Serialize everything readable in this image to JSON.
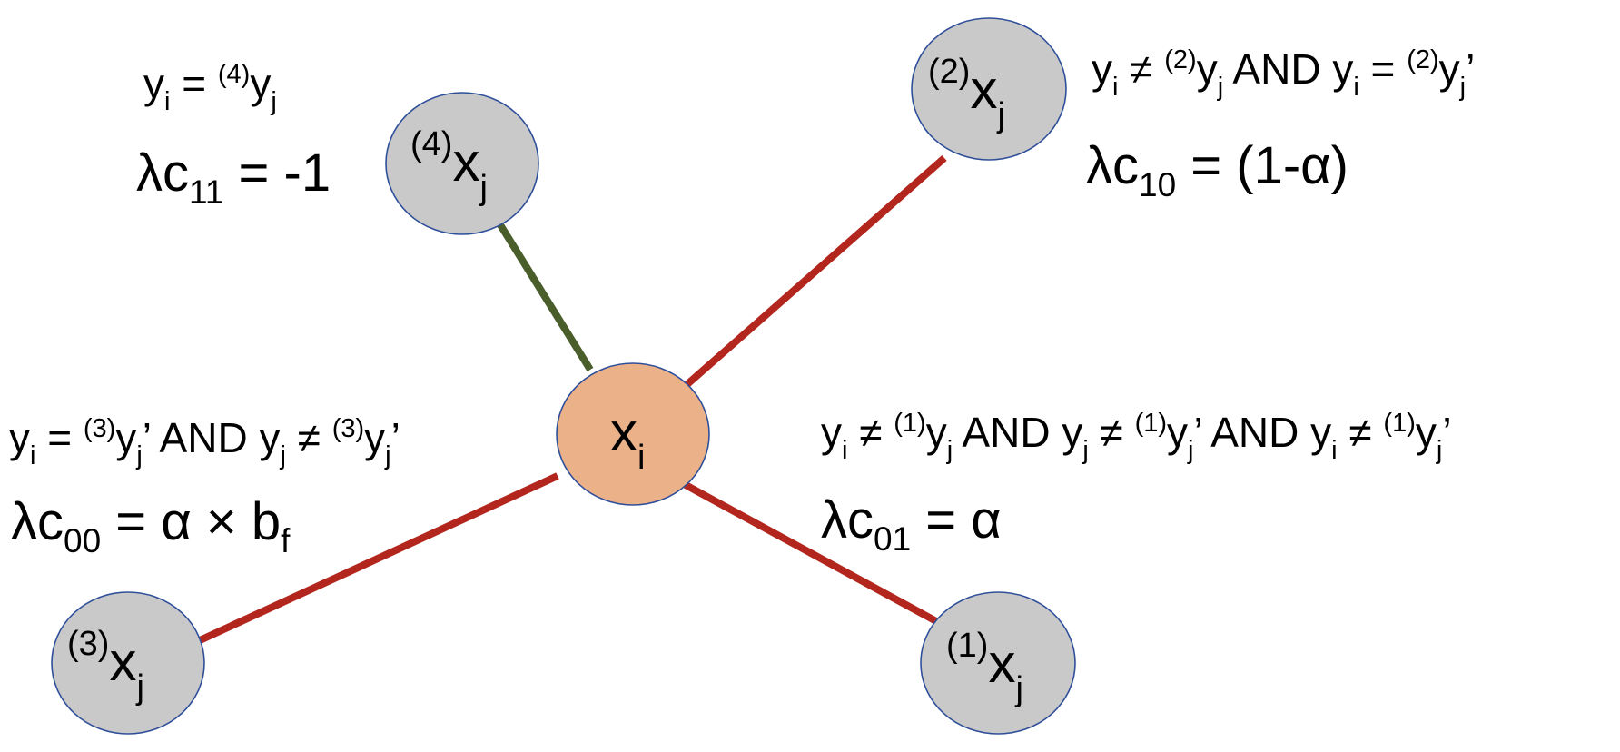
{
  "colors": {
    "center_node_fill": "#ebb189",
    "neighbor_node_fill": "#c9c9c9",
    "node_outline": "#2f4f9a",
    "edge_red": "#b3261e",
    "edge_green": "#4a5e2c"
  },
  "center_node": {
    "base": "x",
    "sub": "i"
  },
  "neighbors": [
    {
      "id": "1",
      "pre": "(1)",
      "base": "x",
      "sub": "j",
      "edge_color": "red",
      "condition": [
        {
          "t": "y"
        },
        {
          "sub": "i"
        },
        {
          "t": " ≠ "
        },
        {
          "pre": "(1)"
        },
        {
          "t": "y"
        },
        {
          "sub": "j"
        },
        {
          "t": " AND  y"
        },
        {
          "sub": "j"
        },
        {
          "t": " ≠ "
        },
        {
          "pre": "(1)"
        },
        {
          "t": "y"
        },
        {
          "sub": "j"
        },
        {
          "t": "’ AND y"
        },
        {
          "sub": "i"
        },
        {
          "t": " ≠ "
        },
        {
          "pre": "(1)"
        },
        {
          "t": "y"
        },
        {
          "sub": "j"
        },
        {
          "t": "’"
        }
      ],
      "cost": [
        {
          "t": "λc"
        },
        {
          "sub": "01"
        },
        {
          "t": " = α"
        }
      ]
    },
    {
      "id": "2",
      "pre": "(2)",
      "base": "x",
      "sub": "j",
      "edge_color": "red",
      "condition": [
        {
          "t": "y"
        },
        {
          "sub": "i"
        },
        {
          "t": " ≠ "
        },
        {
          "pre": "(2)"
        },
        {
          "t": "y"
        },
        {
          "sub": "j"
        },
        {
          "t": "  AND y"
        },
        {
          "sub": "i"
        },
        {
          "t": " = "
        },
        {
          "pre": "(2)"
        },
        {
          "t": "y"
        },
        {
          "sub": "j"
        },
        {
          "t": "’"
        }
      ],
      "cost": [
        {
          "t": "λc"
        },
        {
          "sub": "10"
        },
        {
          "t": "  = (1-α)"
        }
      ]
    },
    {
      "id": "3",
      "pre": "(3)",
      "base": "x",
      "sub": "j",
      "edge_color": "red",
      "condition": [
        {
          "t": "y"
        },
        {
          "sub": "i"
        },
        {
          "t": " = "
        },
        {
          "pre": "(3)"
        },
        {
          "t": "y"
        },
        {
          "sub": "j"
        },
        {
          "t": "’ AND  y"
        },
        {
          "sub": "j"
        },
        {
          "t": " ≠ "
        },
        {
          "pre": "(3)"
        },
        {
          "t": "y"
        },
        {
          "sub": "j"
        },
        {
          "t": "’"
        }
      ],
      "cost": [
        {
          "t": "λc"
        },
        {
          "sub": "00"
        },
        {
          "t": " = α × b"
        },
        {
          "sub": "f"
        }
      ]
    },
    {
      "id": "4",
      "pre": "(4)",
      "base": "x",
      "sub": "j",
      "edge_color": "green",
      "condition": [
        {
          "t": "y"
        },
        {
          "sub": "i"
        },
        {
          "t": "  = "
        },
        {
          "pre": "(4)"
        },
        {
          "t": "y"
        },
        {
          "sub": "j"
        }
      ],
      "cost": [
        {
          "t": "λc"
        },
        {
          "sub": "11"
        },
        {
          "t": " = -1"
        }
      ]
    }
  ]
}
